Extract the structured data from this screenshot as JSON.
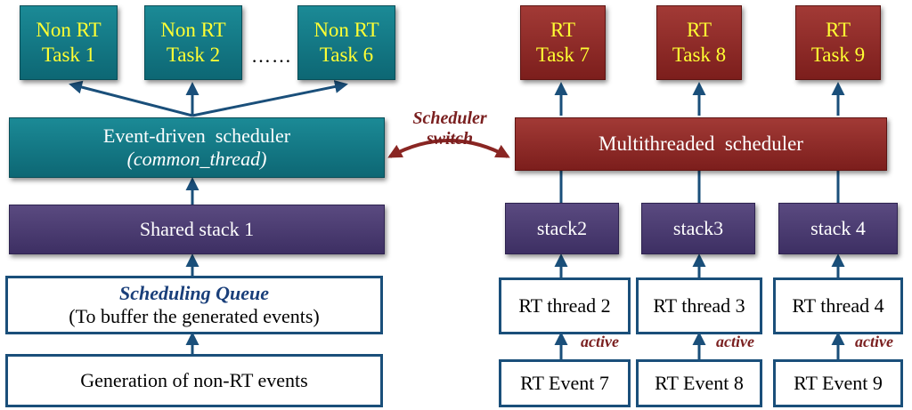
{
  "non_rt_tasks": [
    {
      "line1": "Non RT",
      "line2": "Task 1"
    },
    {
      "line1": "Non RT",
      "line2": "Task 2"
    },
    {
      "line1": "Non RT",
      "line2": "Task 6"
    }
  ],
  "ellipsis": "……",
  "rt_tasks": [
    {
      "line1": "RT",
      "line2": "Task 7"
    },
    {
      "line1": "RT",
      "line2": "Task 8"
    },
    {
      "line1": "RT",
      "line2": "Task 9"
    }
  ],
  "event_scheduler": {
    "title": "Event-driven  scheduler",
    "subtitle": "(common_thread)"
  },
  "multithreaded_scheduler": {
    "title": "Multithreaded  scheduler"
  },
  "scheduler_switch": {
    "line1": "Scheduler",
    "line2": "switch"
  },
  "shared_stack": "Shared stack 1",
  "stacks": [
    "stack2",
    "stack3",
    "stack 4"
  ],
  "scheduling_queue": {
    "title": "Scheduling Queue",
    "subtitle": "(To buffer the generated events)"
  },
  "non_rt_generation": "Generation of non-RT events",
  "rt_threads": [
    "RT thread 2",
    "RT thread 3",
    "RT thread 4"
  ],
  "rt_events": [
    "RT Event 7",
    "RT Event 8",
    "RT Event 9"
  ],
  "active_label": "active",
  "colors": {
    "teal": "#0f717e",
    "maroon": "#8a2623",
    "purple": "#4a3b6f",
    "arrow": "#1a4f7a",
    "task_text": "#ffff33",
    "switch_text": "#7a1f1f"
  }
}
